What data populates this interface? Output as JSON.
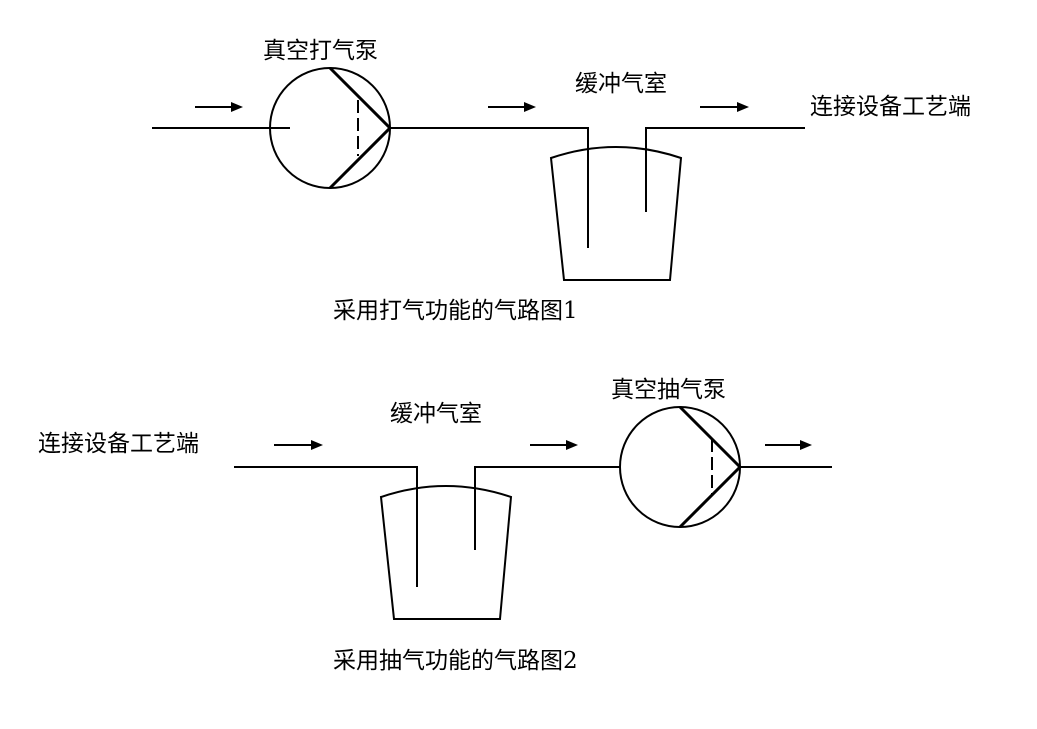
{
  "diagram1": {
    "pump_label": "真空打气泵",
    "buffer_label": "缓冲气室",
    "outlet_label": "连接设备工艺端",
    "caption": "采用打气功能的气路图1"
  },
  "diagram2": {
    "inlet_label": "连接设备工艺端",
    "buffer_label": "缓冲气室",
    "pump_label": "真空抽气泵",
    "caption": "采用抽气功能的气路图2"
  },
  "colors": {
    "line": "#000000",
    "background": "#ffffff"
  }
}
